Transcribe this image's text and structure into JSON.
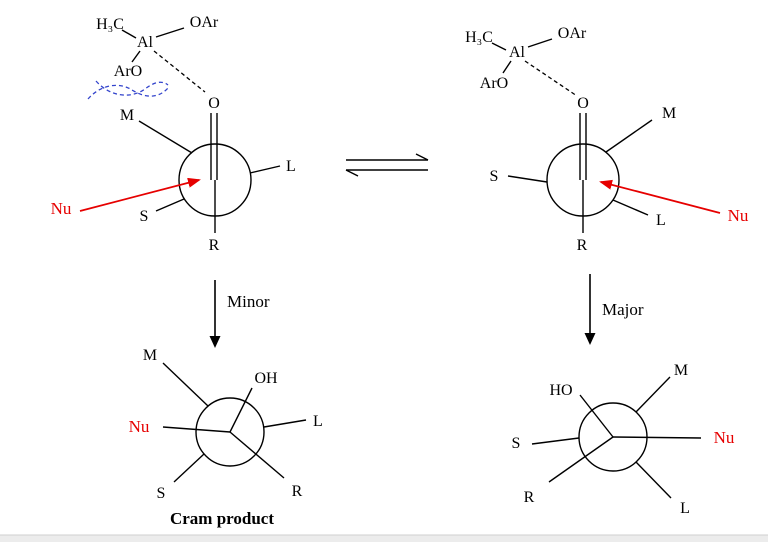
{
  "diagram": {
    "left_complex": {
      "methyl": "H₃C",
      "metal": "Al",
      "oar_upper": "OAr",
      "oar_lower": "ArO"
    },
    "right_complex": {
      "methyl": "H₃C",
      "metal": "Al",
      "oar_upper": "OAr",
      "oar_lower": "ArO"
    },
    "left_newman": {
      "oxygen": "O",
      "m": "M",
      "l": "L",
      "s": "S",
      "r": "R",
      "nu": "Nu"
    },
    "right_newman": {
      "oxygen": "O",
      "m": "M",
      "l": "L",
      "s": "S",
      "r": "R",
      "nu": "Nu"
    },
    "pathways": {
      "left": "Minor",
      "right": "Major"
    },
    "left_product": {
      "oh": "OH",
      "m": "M",
      "nu": "Nu",
      "l": "L",
      "s": "S",
      "r": "R",
      "caption": "Cram product"
    },
    "right_product": {
      "oh": "HO",
      "m": "M",
      "nu": "Nu",
      "l": "L",
      "s": "S",
      "r": "R"
    }
  },
  "colors": {
    "bond": "#000000",
    "nucleophile_red": "#e60000",
    "steric_clash_blue": "#3344cc",
    "background": "#ffffff"
  }
}
